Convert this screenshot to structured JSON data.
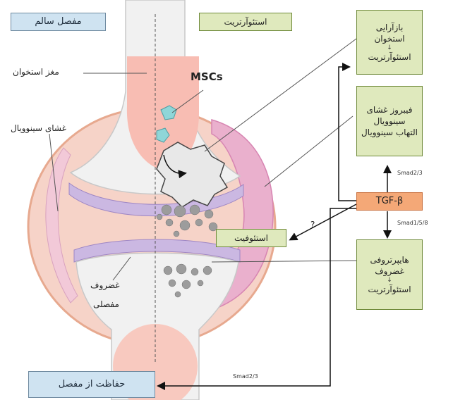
{
  "labels": {
    "healthy_joint": "مفصل سالم",
    "osteoarthritis": "استئوآرتریت",
    "bone_marrow": "مغز استخوان",
    "mscs": "MSCs",
    "synovial_membrane": "غشای سینوویال",
    "articular_cartilage_line1": "غضروف",
    "articular_cartilage_line2": "مفصلی",
    "osteophyte": "استئوفیت",
    "question_mark": "?",
    "joint_protection": "حفاظت از مفصل"
  },
  "boxes": {
    "bone_remodeling": {
      "line1": "بازآرایی",
      "line2": "استخوان",
      "line3": "استئوآرتریت"
    },
    "synovial_fibrosis": {
      "line1": "فیبروز غشای",
      "line2": "سینوویال",
      "line3": "التهاب سینوویال"
    },
    "tgf_beta": "TGF-β",
    "cartilage_hypertrophy": {
      "line1": "هایپرتروفی",
      "line2": "غضروف",
      "line3": "استئوآرتریت"
    }
  },
  "pathway_labels": {
    "smad23_up": "Smad2/3",
    "smad158": "Smad1/5/8",
    "smad23_bottom": "Smad2/3"
  },
  "colors": {
    "box_fill": "#dfe9bd",
    "box_border": "#6f8a3a",
    "tgf_fill": "#f4a877",
    "label_box_fill": "#cfe3f1",
    "capsule_pink": "#f3c4b9",
    "synovium_pink": "#e9a8c8",
    "cartilage_purple": "#c9b6e0",
    "bone_grey": "#efefef",
    "marrow_pink": "#f7b9b0",
    "msc_cyan": "#8fd6d8"
  }
}
